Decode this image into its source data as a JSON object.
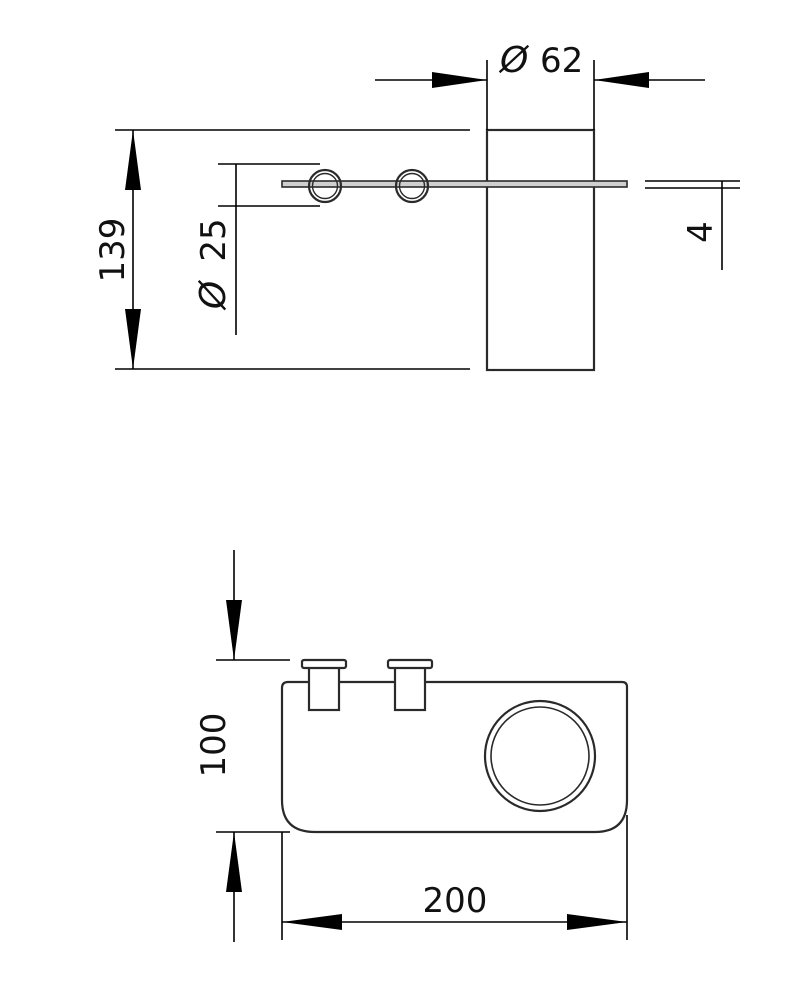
{
  "dimensions": {
    "holder_diameter": {
      "symbol": "Ø",
      "value": "62"
    },
    "overall_height": {
      "value": "139"
    },
    "ring_diameter": {
      "symbol": "Ø",
      "value": "25"
    },
    "shelf_thickness": {
      "value": "4"
    },
    "depth": {
      "value": "100"
    },
    "width": {
      "value": "200"
    }
  }
}
